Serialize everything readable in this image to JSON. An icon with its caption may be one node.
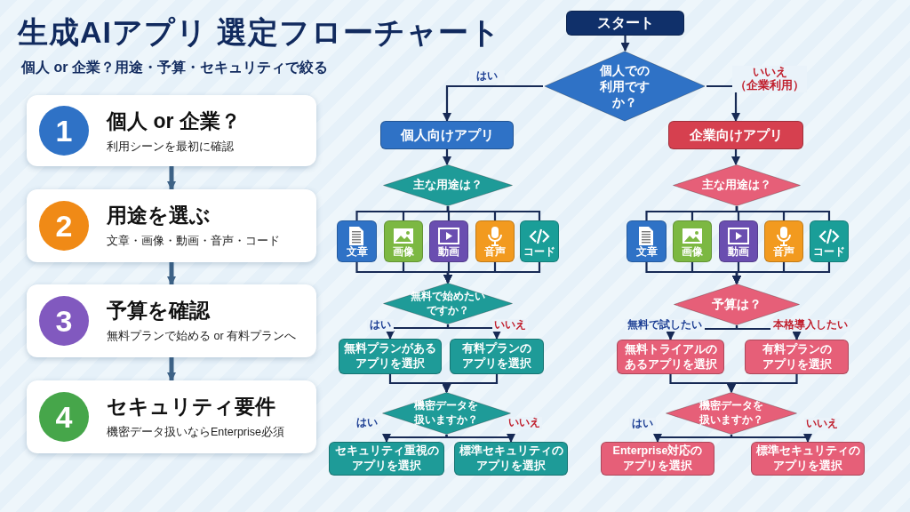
{
  "diagram": {
    "title": "生成AIアプリ 選定フローチャート",
    "nodes": [
      {
        "text": [
          "個人 or 企業？",
          "利用シーンを最初に確認"
        ]
      },
      {
        "text": [
          "1"
        ],
        "in": 0
      },
      {
        "text": [
          "用途を選ぶ",
          "文章・画像・動画・音声・コード"
        ]
      },
      {
        "text": [
          "2"
        ],
        "in": 2
      },
      {
        "text": [
          "予算を確認",
          "無料プランで始める or 有料プランへ"
        ]
      },
      {
        "text": [
          "3"
        ],
        "in": 4
      },
      {
        "text": [
          "セキュリティ要件",
          "機密データ扱いならEnterprise必須"
        ]
      },
      {
        "text": [
          "4"
        ],
        "in": 6
      },
      {
        "text": [
          "スタート"
        ]
      },
      {
        "text": [
          "個人での利用ですか？"
        ]
      },
      {
        "text": [
          "個人向けアプリ"
        ]
      },
      {
        "text": [
          "企業向けアプリ"
        ]
      },
      {
        "text": [
          "主な用途は？"
        ]
      },
      {
        "text": [
          "主な用途は？"
        ]
      },
      {
        "text": [
          "文章"
        ]
      },
      {
        "text": [
          "画像"
        ]
      },
      {
        "text": [
          "動画"
        ]
      },
      {
        "text": [
          "音声"
        ]
      },
      {
        "text": [
          "コード"
        ]
      },
      {
        "text": [
          "文章"
        ]
      },
      {
        "text": [
          "画像"
        ]
      },
      {
        "text": [
          "動画"
        ]
      },
      {
        "text": [
          "音声"
        ]
      },
      {
        "text": [
          "コード"
        ]
      },
      {
        "text": [
          "無料で始めたいですか？"
        ]
      },
      {
        "text": [
          "予算は？"
        ]
      },
      {
        "text": [
          "無料プランがあるアプリを選択"
        ]
      },
      {
        "text": [
          "有料プランのアプリを選択"
        ]
      },
      {
        "text": [
          "無料トライアルのあるアプリを選択"
        ]
      },
      {
        "text": [
          "有料プランのアプリを選択"
        ]
      },
      {
        "text": [
          "機密データを扱いますか？"
        ]
      },
      {
        "text": [
          "機密データを扱いますか？"
        ]
      },
      {
        "text": [
          "セキュリティ重視のアプリを選択"
        ]
      },
      {
        "text": [
          "標準セキュリティのアプリを選択"
        ]
      },
      {
        "text": [
          "Enterprise対応のアプリを選択"
        ]
      },
      {
        "text": [
          "標準セキュリティのアプリを選択"
        ]
      }
    ],
    "edges": [
      {
        "from": 0,
        "to": 2,
        "arrow": "to",
        "style": "thick",
        "color": "#3d6286"
      },
      {
        "from": 2,
        "to": 4,
        "arrow": "to",
        "style": "thick",
        "color": "#3d6286"
      },
      {
        "from": 4,
        "to": 6,
        "arrow": "to",
        "style": "thick",
        "color": "#3d6286"
      },
      {
        "from": 8,
        "to": 9,
        "arrow": "to"
      },
      {
        "from": 9,
        "to": 10,
        "arrow": "to",
        "label": "はい"
      },
      {
        "from": 9,
        "to": 11,
        "arrow": "to",
        "label": "いいえ（企業利用）"
      },
      {
        "from": 10,
        "to": 12,
        "arrow": "to"
      },
      {
        "from": 11,
        "to": 13,
        "arrow": "to"
      },
      {
        "from": 12,
        "to": 14,
        "arrow": "none"
      },
      {
        "from": 12,
        "to": 15,
        "arrow": "none"
      },
      {
        "from": 12,
        "to": 16,
        "arrow": "none"
      },
      {
        "from": 12,
        "to": 17,
        "arrow": "none"
      },
      {
        "from": 12,
        "to": 18,
        "arrow": "none"
      },
      {
        "from": 13,
        "to": 19,
        "arrow": "none"
      },
      {
        "from": 13,
        "to": 20,
        "arrow": "none"
      },
      {
        "from": 13,
        "to": 21,
        "arrow": "none"
      },
      {
        "from": 13,
        "to": 22,
        "arrow": "none"
      },
      {
        "from": 13,
        "to": 23,
        "arrow": "none"
      },
      {
        "from": 14,
        "to": 24,
        "arrow": "to"
      },
      {
        "from": 15,
        "to": 24,
        "arrow": "to"
      },
      {
        "from": 16,
        "to": 24,
        "arrow": "to"
      },
      {
        "from": 17,
        "to": 24,
        "arrow": "to"
      },
      {
        "from": 18,
        "to": 24,
        "arrow": "to"
      },
      {
        "from": 19,
        "to": 25,
        "arrow": "to"
      },
      {
        "from": 20,
        "to": 25,
        "arrow": "to"
      },
      {
        "from": 21,
        "to": 25,
        "arrow": "to"
      },
      {
        "from": 22,
        "to": 25,
        "arrow": "to"
      },
      {
        "from": 23,
        "to": 25,
        "arrow": "to"
      },
      {
        "from": 24,
        "to": 26,
        "arrow": "to",
        "label": "はい"
      },
      {
        "from": 24,
        "to": 27,
        "arrow": "to",
        "label": "いいえ"
      },
      {
        "from": 25,
        "to": 28,
        "arrow": "to",
        "label": "無料で試したい"
      },
      {
        "from": 25,
        "to": 29,
        "arrow": "to",
        "label": "本格導入したい"
      },
      {
        "from": 26,
        "to": 30,
        "arrow": "to"
      },
      {
        "from": 27,
        "to": 30,
        "arrow": "to"
      },
      {
        "from": 28,
        "to": 31,
        "arrow": "to"
      },
      {
        "from": 29,
        "to": 31,
        "arrow": "to"
      },
      {
        "from": 30,
        "to": 32,
        "arrow": "to",
        "label": "はい"
      },
      {
        "from": 30,
        "to": 33,
        "arrow": "to",
        "label": "いいえ"
      },
      {
        "from": 31,
        "to": 34,
        "arrow": "to",
        "label": "はい"
      },
      {
        "from": 31,
        "to": 35,
        "arrow": "to",
        "label": "いいえ"
      }
    ],
    "labels": [
      "個人 or 企業？用途・予算・セキュリティで絞る"
    ]
  }
}
